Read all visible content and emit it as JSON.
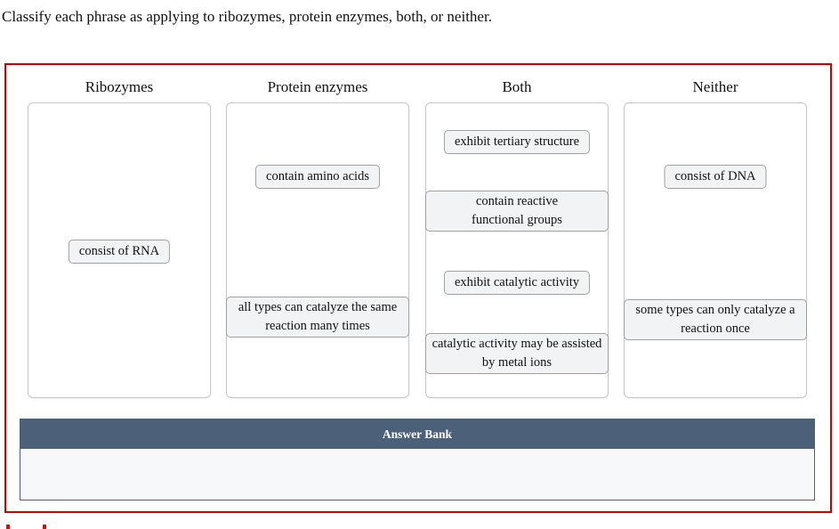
{
  "prompt": "Classify each phrase as applying to ribozymes, protein enzymes, both, or neither.",
  "columns": [
    {
      "label": "Ribozymes",
      "chips": [
        {
          "text": "consist of RNA"
        }
      ]
    },
    {
      "label": "Protein enzymes",
      "chips": [
        {
          "text": "contain amino acids"
        },
        {
          "text": "all types can catalyze the same reaction many times"
        }
      ]
    },
    {
      "label": "Both",
      "chips": [
        {
          "text": "exhibit tertiary structure"
        },
        {
          "text": "contain reactive functional groups"
        },
        {
          "text": "exhibit catalytic activity"
        },
        {
          "text": "catalytic activity may be assisted by metal ions"
        }
      ]
    },
    {
      "label": "Neither",
      "chips": [
        {
          "text": "consist of DNA"
        },
        {
          "text": "some types can only catalyze a reaction once"
        }
      ]
    }
  ],
  "answer_bank": {
    "label": "Answer Bank",
    "items": []
  },
  "colors": {
    "red": "#cc0000",
    "slate": "#4d6079",
    "chip-bg": "#f2f3f5",
    "chip-border": "#a0a0a0",
    "box-border": "#c6c6c6",
    "bank-bg": "#f7f8f9"
  }
}
